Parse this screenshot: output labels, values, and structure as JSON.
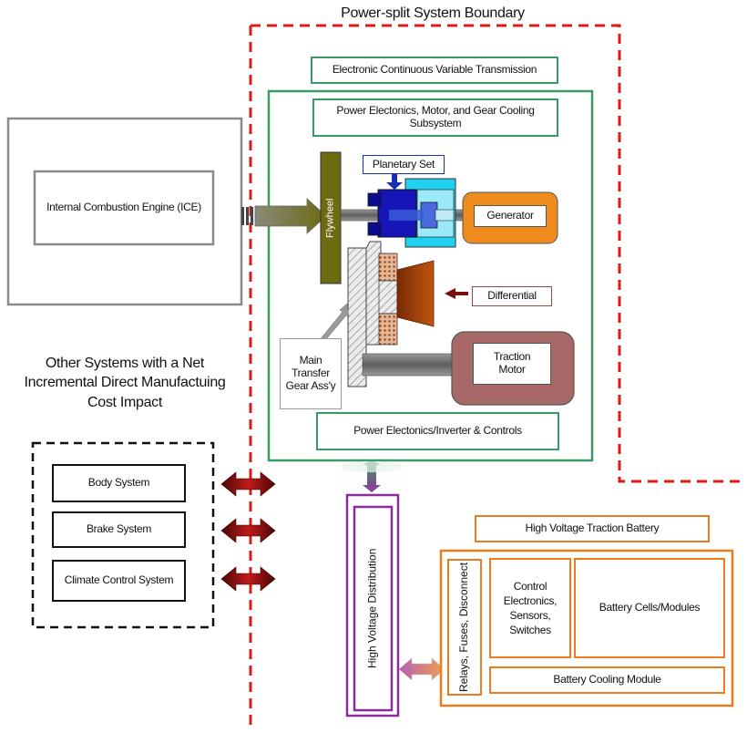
{
  "boundary": {
    "title": "Power-split System Boundary"
  },
  "ecvt": {
    "title": "Electronic Continuous Variable Transmission"
  },
  "cooling": {
    "title": "Power Electonics, Motor, and Gear Cooling Subsystem"
  },
  "ice": {
    "label": "Internal Combustion Engine (ICE)"
  },
  "flywheel": {
    "label": "Flywheel"
  },
  "planetary": {
    "label": "Planetary Set"
  },
  "generator": {
    "label": "Generator"
  },
  "differential": {
    "label": "Differential"
  },
  "main_gear": {
    "label": "Main Transfer Gear Ass'y"
  },
  "traction_motor": {
    "label": "Traction Motor"
  },
  "power_electronics": {
    "label": "Power Electonics/Inverter & Controls"
  },
  "other_systems": {
    "title": "Other Systems with a Net Incremental Direct Manufactuing Cost Impact",
    "items": [
      {
        "label": "Body System"
      },
      {
        "label": "Brake System"
      },
      {
        "label": "Climate Control System"
      }
    ]
  },
  "hv_distribution": {
    "label": "High Voltage Distribution"
  },
  "battery": {
    "title": "High Voltage Traction Battery",
    "relays": "Relays, Fuses, Disconnect",
    "control": "Control Electronics, Sensors, Switches",
    "cells": "Battery Cells/Modules",
    "cooling": "Battery Cooling Module"
  },
  "colors": {
    "boundary": "#e01818",
    "green": "#3a9a63",
    "orange": "#f07b1e",
    "purple": "#8a2d9a",
    "flywheel": "#6e6a12",
    "motor": "#a86868",
    "arrow_red": "#8a0d0d"
  }
}
